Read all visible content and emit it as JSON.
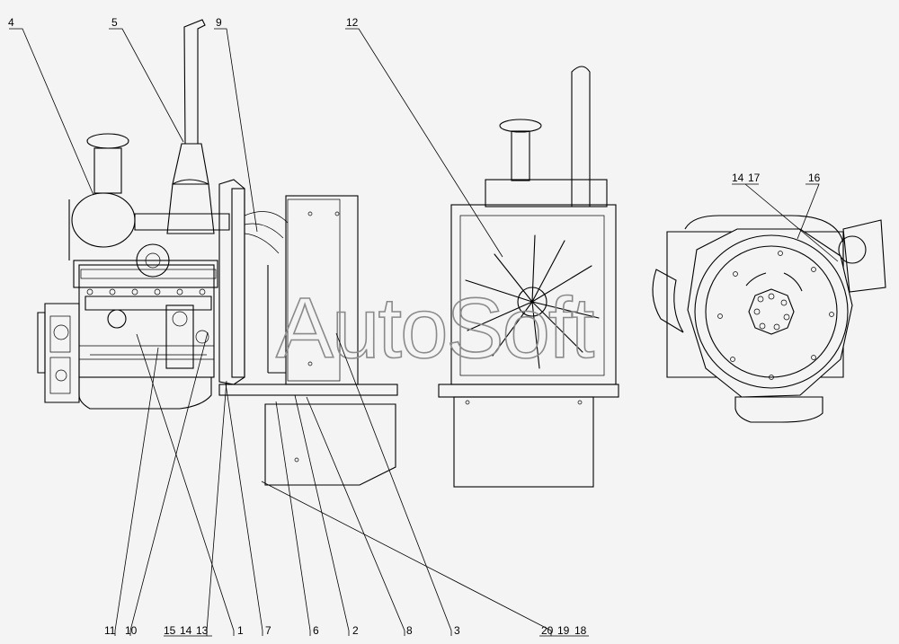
{
  "watermark": "AutoSoft",
  "callouts": {
    "c1": "1",
    "c2": "2",
    "c3": "3",
    "c4": "4",
    "c5": "5",
    "c6": "6",
    "c7": "7",
    "c8": "8",
    "c9": "9",
    "c10": "10",
    "c11": "11",
    "c12": "12",
    "c13": "13",
    "c14a": "14",
    "c14b": "14",
    "c15": "15",
    "c16": "16",
    "c17": "17",
    "c18": "18",
    "c19": "19",
    "c20": "20"
  },
  "colors": {
    "line": "#000000",
    "background": "#f4f4f4",
    "watermark": "#8a8a8a"
  }
}
